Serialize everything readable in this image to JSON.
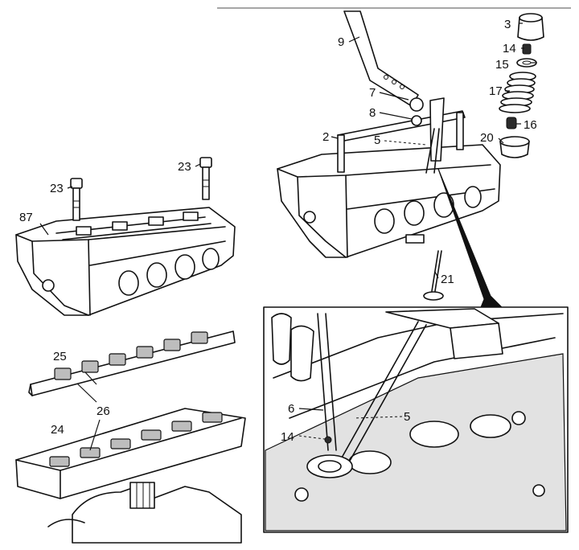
{
  "diagram": {
    "callouts": {
      "c3": "3",
      "c14_top": "14",
      "c15": "15",
      "c17": "17",
      "c16": "16",
      "c20": "20",
      "c9": "9",
      "c7": "7",
      "c8": "8",
      "c2": "2",
      "c5_top": "5",
      "c21": "21",
      "c23_left": "23",
      "c23_right": "23",
      "c87": "87",
      "c25": "25",
      "c26": "26",
      "c24": "24",
      "c6": "6",
      "c5_detail": "5",
      "c14_detail": "14"
    }
  }
}
